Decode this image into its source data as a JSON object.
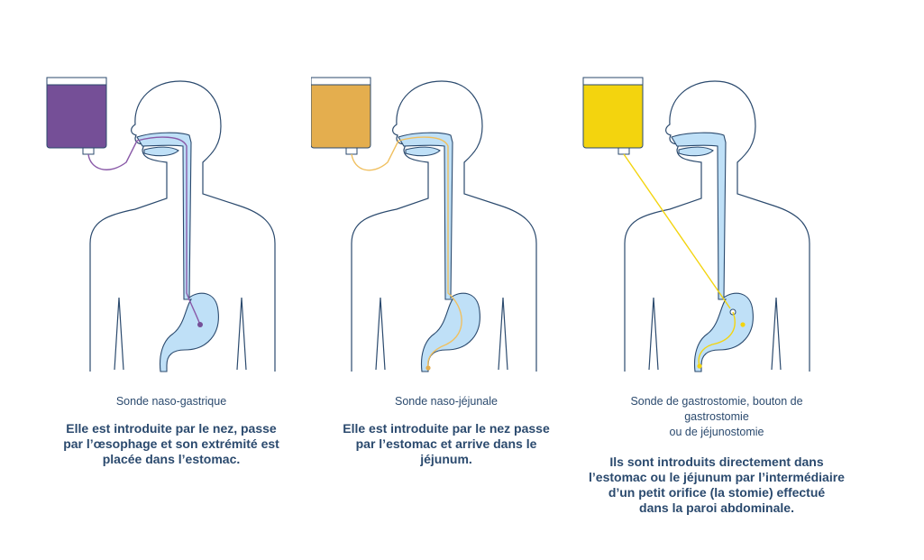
{
  "colors": {
    "outline": "#2b4a6e",
    "organ_fill": "#bfe0f7",
    "bag_1": "#754f97",
    "bag_2": "#e4ae4e",
    "bag_3": "#f3d40e",
    "tube_1": "#8a5aa8",
    "tube_2": "#f0c060",
    "tube_3": "#f3d40e"
  },
  "panels": [
    {
      "title": "Sonde naso-gastrique",
      "description_lines": [
        "Elle est introduite par le nez, passe",
        "par l’œsophage et son extrémité est",
        "placée dans l’estomac."
      ]
    },
    {
      "title": "Sonde naso-jéjunale",
      "description_lines": [
        "Elle est introduite par le nez passe",
        "par l’estomac et arrive dans le",
        "jéjunum."
      ]
    },
    {
      "title_lines": [
        "Sonde de gastrostomie, bouton de",
        "gastrostomie",
        "ou de jéjunostomie"
      ],
      "description_lines": [
        "Ils sont introduits directement dans",
        "l’estomac ou le jéjunum par l’intermédiaire",
        "d’un petit orifice (la stomie) effectué",
        "dans la paroi abdominale."
      ]
    }
  ]
}
